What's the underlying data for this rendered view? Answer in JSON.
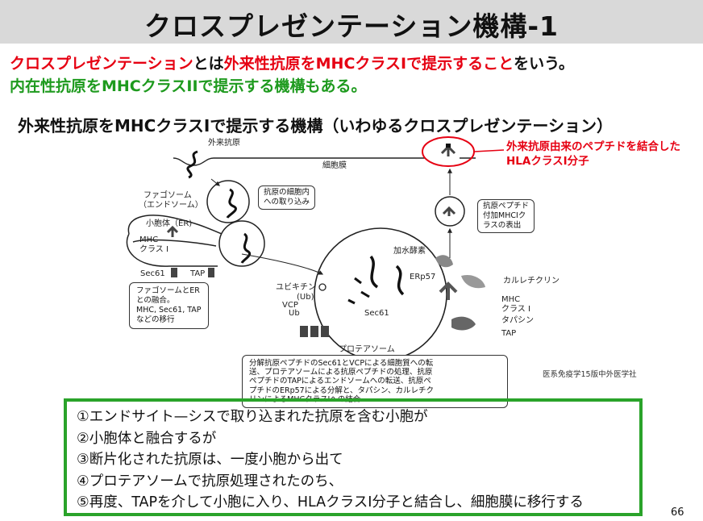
{
  "title": "クロスプレゼンテーション機構-1",
  "intro": {
    "line1": [
      {
        "text": "クロスプレゼンテーション",
        "color": "red"
      },
      {
        "text": "とは",
        "color": "black"
      },
      {
        "text": "外来性抗原をMHCクラスIで提示すること",
        "color": "red"
      },
      {
        "text": "をいう。",
        "color": "black"
      }
    ],
    "line2": "内在性抗原をMHCクラスIIで提示する機構もある。"
  },
  "subheading": "外来性抗原をMHCクラスIで提示する機構（いわゆるクロスプレゼンテーション）",
  "diagram": {
    "labels": {
      "exogenous_antigen": "外来抗原",
      "cell_membrane": "細胞膜",
      "phagosome": "ファゴソーム",
      "endosome": "（エンドソーム）",
      "antigen_uptake_1": "抗原の細胞内",
      "antigen_uptake_2": "への取り込み",
      "er": "小胞体（ER)",
      "mhc": "MHC",
      "class1": "クラス I",
      "sec61": "Sec61",
      "tap": "TAP",
      "fusion_1": "ファゴソームとER",
      "fusion_2": "との融合。",
      "fusion_3": "MHC, Sec61, TAP",
      "fusion_4": "などの移行",
      "hydrolase": "加水酵素",
      "erp57": "ERp57",
      "calreticulin": "カルレチクリン",
      "ubiquitin": "ユビキチン",
      "ub1": "(Ub)",
      "vcp": "VCP",
      "ub2": "Ub",
      "sec61_inner": "Sec61",
      "mhc_class1_1": "MHC",
      "mhc_class1_2": "クラス I",
      "tapasin": "タパシン",
      "tap_inner": "TAP",
      "proteasome": "プロテアソーム",
      "presentation_1": "抗原ペプチド",
      "presentation_2": "付加MHCIク",
      "presentation_3": "ラスの表出",
      "bottom_note": [
        "分解抗原ペプチドのSec61とVCPによる細胞質への転",
        "送、プロテアソームによる抗原ペプチドの処理、抗原",
        "ペプチドのTAPによるエンドソームへの転送、抗原ペ",
        "プチドのERp57による分解と、タパシン、カルレチク",
        "リンによるMHCクラスⅠへの結合"
      ]
    }
  },
  "callout": {
    "line1": "外来抗原由来のペプチドを結合した",
    "line2": "HLAクラスI分子"
  },
  "source": "医系免疫学15版中外医学社",
  "steps": [
    "①エンドサイト—シスで取り込まれた抗原を含む小胞が",
    "②小胞体と融合するが",
    "③断片化された抗原は、一度小胞から出て",
    "④プロテアソームで抗原処理されたのち、",
    "⑤再度、TAPを介して小胞に入り、HLAクラスI分子と結合し、細胞膜に移行する"
  ],
  "page_number": "66",
  "colors": {
    "red": "#e60012",
    "green": "#1e9a1e",
    "box_border": "#2aa32a",
    "title_bg": "#d9d9d9"
  }
}
